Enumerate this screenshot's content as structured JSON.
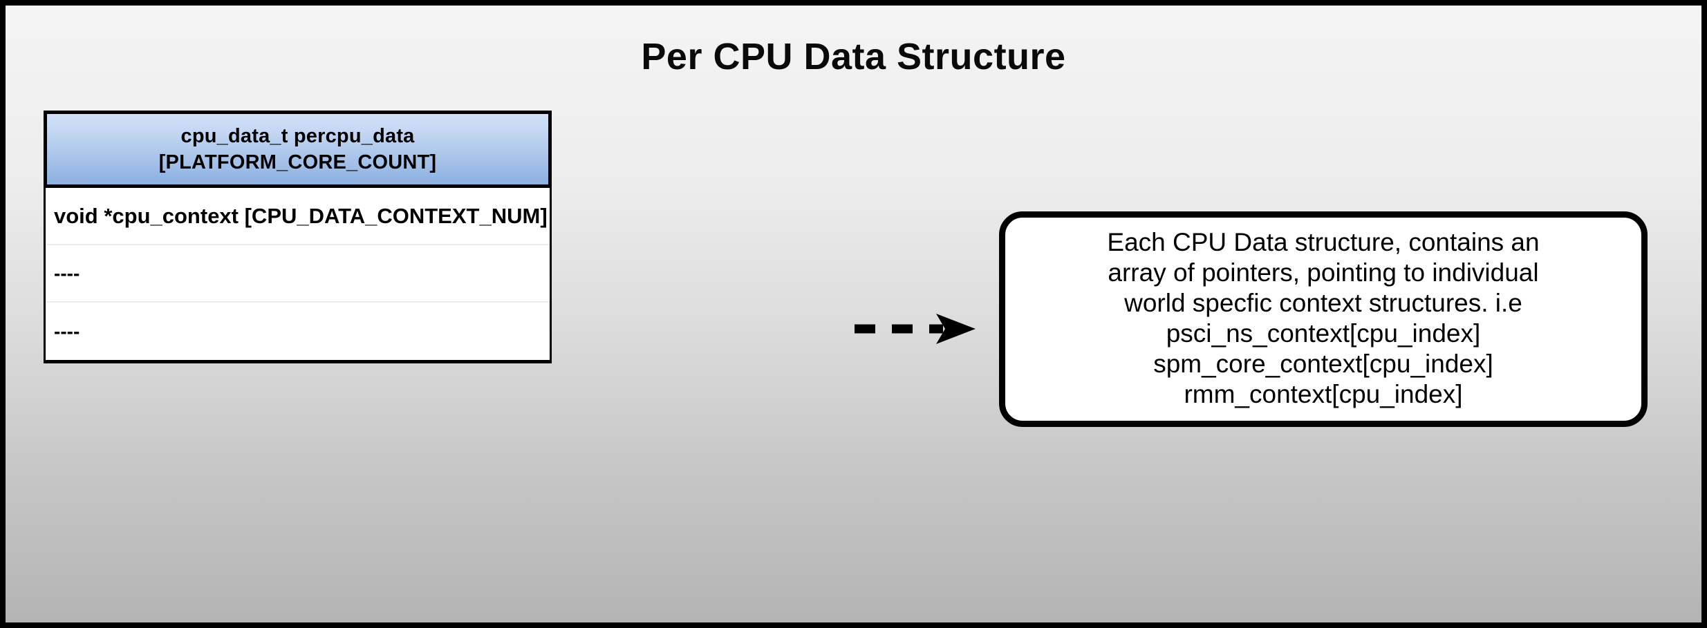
{
  "slide": {
    "title": "Per CPU Data Structure",
    "background_top_color": "#f4f4f4",
    "background_bottom_color": "#b4b4b4",
    "border_color": "#000000"
  },
  "struct_table": {
    "header": {
      "line1": "cpu_data_t percpu_data",
      "line2": "[PLATFORM_CORE_COUNT]",
      "gradient_top_color": "#d3e1f7",
      "gradient_bottom_color": "#8cb0e0"
    },
    "rows": [
      {
        "label": "void *cpu_context [CPU_DATA_CONTEXT_NUM]"
      },
      {
        "label": "----"
      },
      {
        "label": "----"
      }
    ]
  },
  "connector": {
    "icon": "dashed-arrow-right-icon",
    "style": "dashed",
    "color": "#000000"
  },
  "callout": {
    "lines": [
      "Each CPU Data structure, contains an",
      "array of pointers, pointing to individual",
      "world specfic context structures. i.e",
      "psci_ns_context[cpu_index]",
      "spm_core_context[cpu_index]",
      "rmm_context[cpu_index]"
    ]
  }
}
